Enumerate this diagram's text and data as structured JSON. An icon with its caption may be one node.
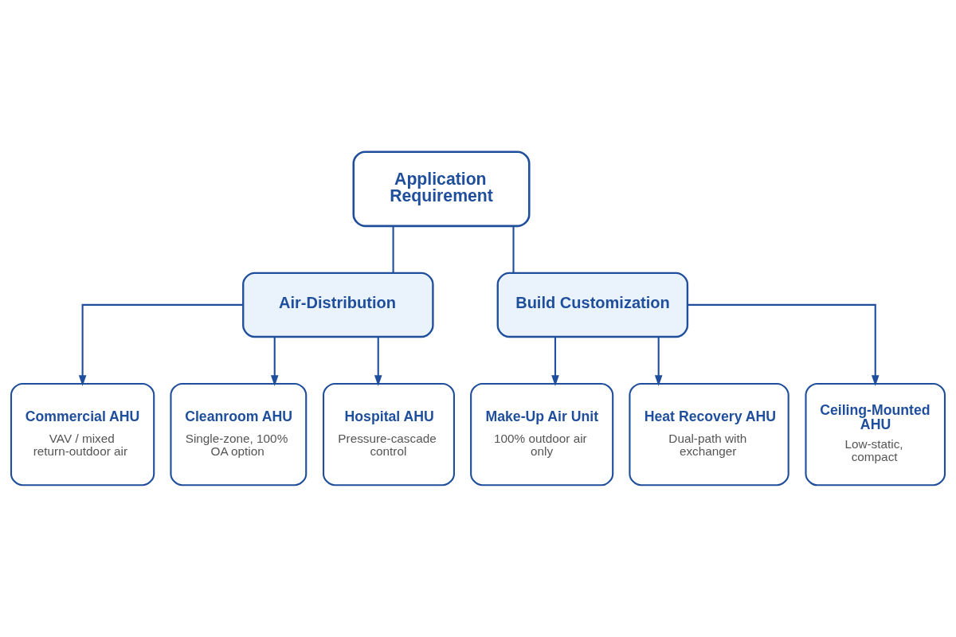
{
  "diagram": {
    "nodes": [
      {
        "text": [
          "Application Requirement"
        ]
      },
      {
        "text": [
          "Air-Distribution"
        ]
      },
      {
        "text": [
          "Build Customization"
        ]
      },
      {
        "text": [
          "Commercial AHU",
          "VAV / mixed return-outdoor air"
        ]
      },
      {
        "text": [
          "Cleanroom AHU",
          "Single-zone, 100% OA option"
        ]
      },
      {
        "text": [
          "Hospital AHU",
          "Pressure-cascade control"
        ]
      },
      {
        "text": [
          "Make-Up Air Unit",
          "100% outdoor air only"
        ]
      },
      {
        "text": [
          "Heat Recovery AHU",
          "Dual-path with exchanger"
        ]
      },
      {
        "text": [
          "Ceiling-Mounted AHU",
          "Low-static, compact"
        ]
      }
    ],
    "edges": [
      {
        "from": 0,
        "to": 1,
        "arrow": "none"
      },
      {
        "from": 0,
        "to": 2,
        "arrow": "none"
      },
      {
        "from": 1,
        "to": 3,
        "arrow": "to"
      },
      {
        "from": 1,
        "to": 4,
        "arrow": "to"
      },
      {
        "from": 1,
        "to": 5,
        "arrow": "to"
      },
      {
        "from": 2,
        "to": 6,
        "arrow": "to"
      },
      {
        "from": 2,
        "to": 7,
        "arrow": "to"
      },
      {
        "from": 2,
        "to": 8,
        "arrow": "to"
      }
    ]
  }
}
